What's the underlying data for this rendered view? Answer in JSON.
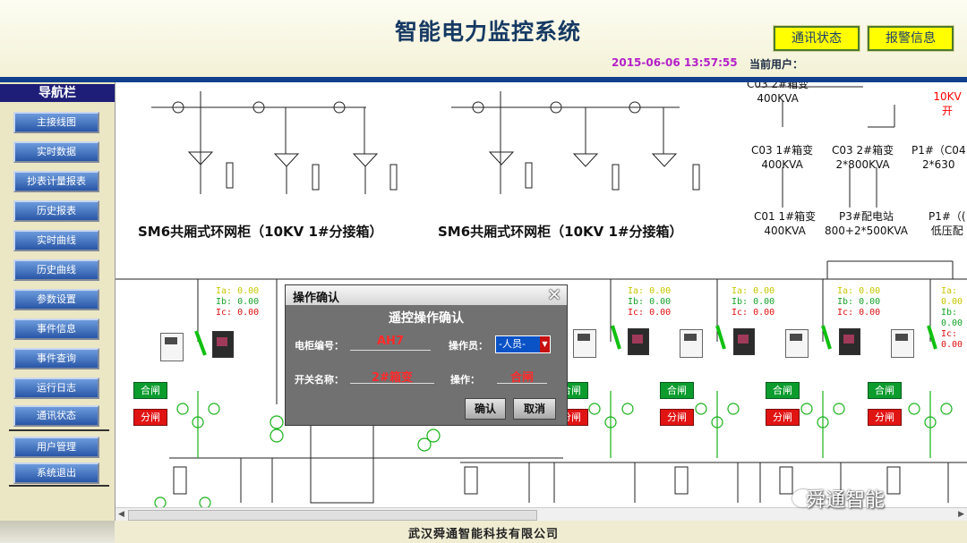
{
  "header": {
    "title": "智能电力监控系统",
    "comm_status_button": "通讯状态",
    "alarm_button": "报警信息",
    "datetime": "2015-06-06 13:57:55",
    "current_user_label": "当前用户："
  },
  "sidebar": {
    "title": "导航栏",
    "items": [
      {
        "label": "主接线图"
      },
      {
        "label": "实时数据"
      },
      {
        "label": "抄表计量报表"
      },
      {
        "label": "历史报表"
      },
      {
        "label": "实时曲线"
      },
      {
        "label": "历史曲线"
      },
      {
        "label": "参数设置"
      },
      {
        "label": "事件信息"
      },
      {
        "label": "事件查询"
      },
      {
        "label": "运行日志"
      },
      {
        "label": "通讯状态"
      }
    ],
    "bottom_items": [
      {
        "label": "用户管理"
      },
      {
        "label": "系统退出"
      }
    ]
  },
  "diagram": {
    "cabinet_titles": [
      "SM6共厢式环网柜（10KV 1#分接箱）",
      "SM6共厢式环网柜（10KV 1#分接箱）"
    ],
    "top_labels": [
      {
        "line1": "C03 2#箱变",
        "line2": "400KVA"
      },
      {
        "line1": "C03 1#箱变",
        "line2": "400KVA"
      },
      {
        "line1": "C03 2#箱变",
        "line2": "2*800KVA"
      },
      {
        "line1": "P1#（C04",
        "line2": "2*630"
      },
      {
        "line1": "C01 1#箱变",
        "line2": "400KVA"
      },
      {
        "line1": "P3#配电站",
        "line2": "800+2*500KVA"
      },
      {
        "line1": "P1#（(",
        "line2": "低压配"
      }
    ],
    "red_label": "10KV 开",
    "current_readings": {
      "ia": "Ia: 0.00",
      "ib": "Ib: 0.00",
      "ic": "Ic: 0.00"
    },
    "close_label": "合闸",
    "open_label": "分闸"
  },
  "dialog": {
    "title": "操作确认",
    "heading": "遥控操作确认",
    "cabinet_no_label": "电柜编号：",
    "cabinet_no_value": "AH7",
    "operator_label": "操作员：",
    "operator_value": "-人员-",
    "switch_name_label": "开关名称：",
    "switch_name_value": "2#箱变",
    "operation_label": "操作：",
    "operation_value": "合闸",
    "ok_button": "确认",
    "cancel_button": "取消"
  },
  "footer": {
    "company": "武汉舜通智能科技有限公司",
    "watermark": "舜通智能"
  },
  "colors": {
    "header_text": "#173a63",
    "accent_blue": "#123f8d",
    "datetime": "#b521c9",
    "closed_green": "#0c9c2e",
    "open_red": "#e11414",
    "dialog_bg": "#717171"
  }
}
